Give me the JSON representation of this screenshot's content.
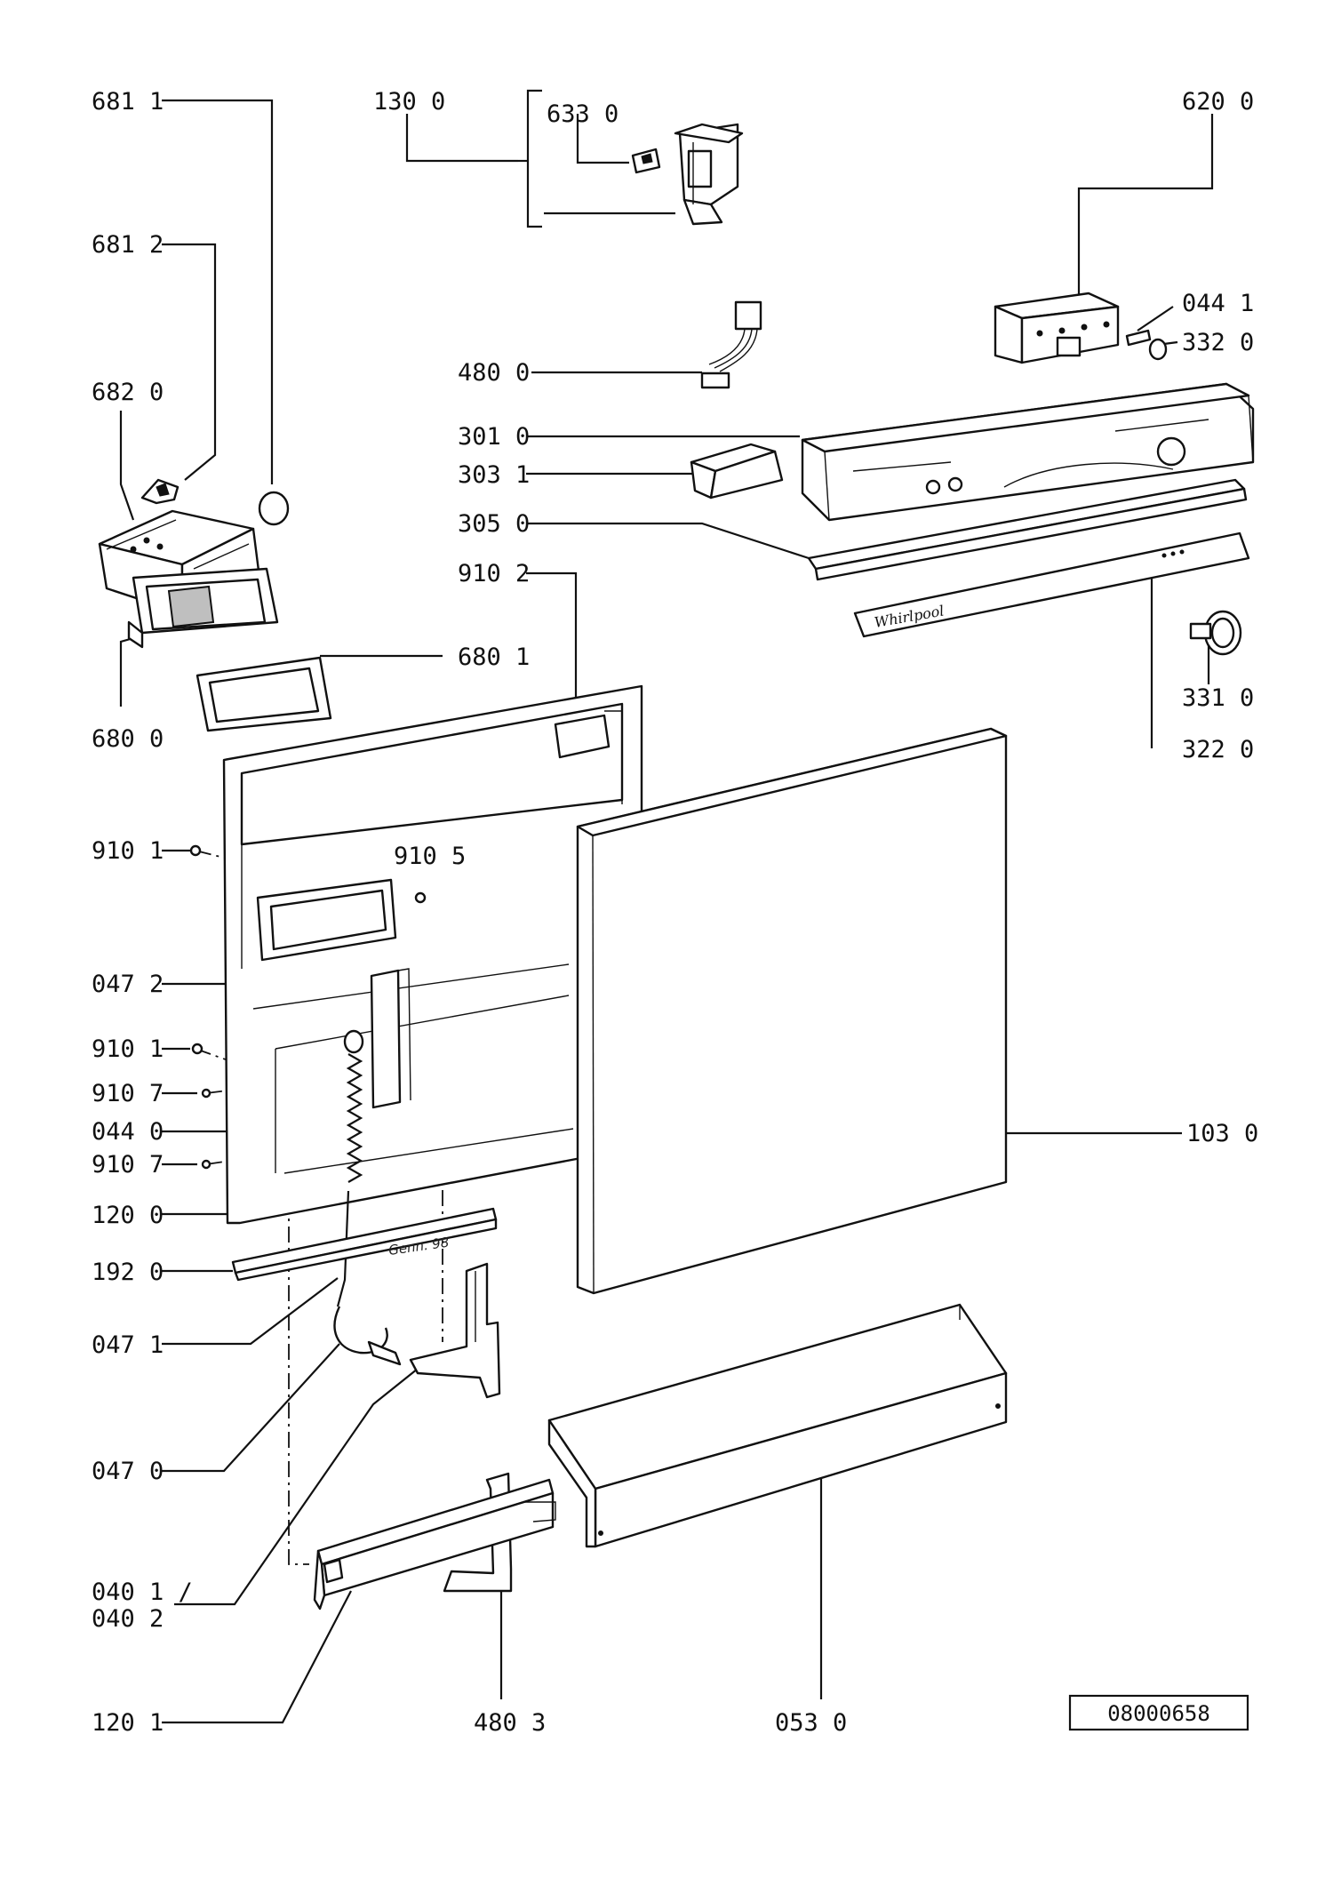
{
  "diagram": {
    "part_labels": {
      "p6811": "681 1",
      "p6812": "681 2",
      "p6820": "682 0",
      "p6800": "680 0",
      "p6801": "680 1",
      "p1300": "130 0",
      "p6330": "633 0",
      "p6200": "620 0",
      "p0441": "044 1",
      "p3320": "332 0",
      "p4800": "480 0",
      "p3010": "301 0",
      "p3031": "303 1",
      "p3050": "305 0",
      "p9102": "910 2",
      "p3310": "331 0",
      "p3220": "322 0",
      "p9101a": "910 1",
      "p9105": "910 5",
      "p0472": "047 2",
      "p9101b": "910 1",
      "p9107a": "910 7",
      "p0440": "044 0",
      "p9107b": "910 7",
      "p1200": "120 0",
      "p1920": "192 0",
      "p0471": "047 1",
      "p0470": "047 0",
      "p0401": "040 1 /",
      "p0402": "040 2",
      "p1201": "120 1",
      "p4803": "480 3",
      "p0530": "053 0",
      "p1030": "103 0"
    },
    "drawing_number": "08000658",
    "panel_brand": "Whirlpool",
    "handwritten_date": "Genn. 98"
  }
}
